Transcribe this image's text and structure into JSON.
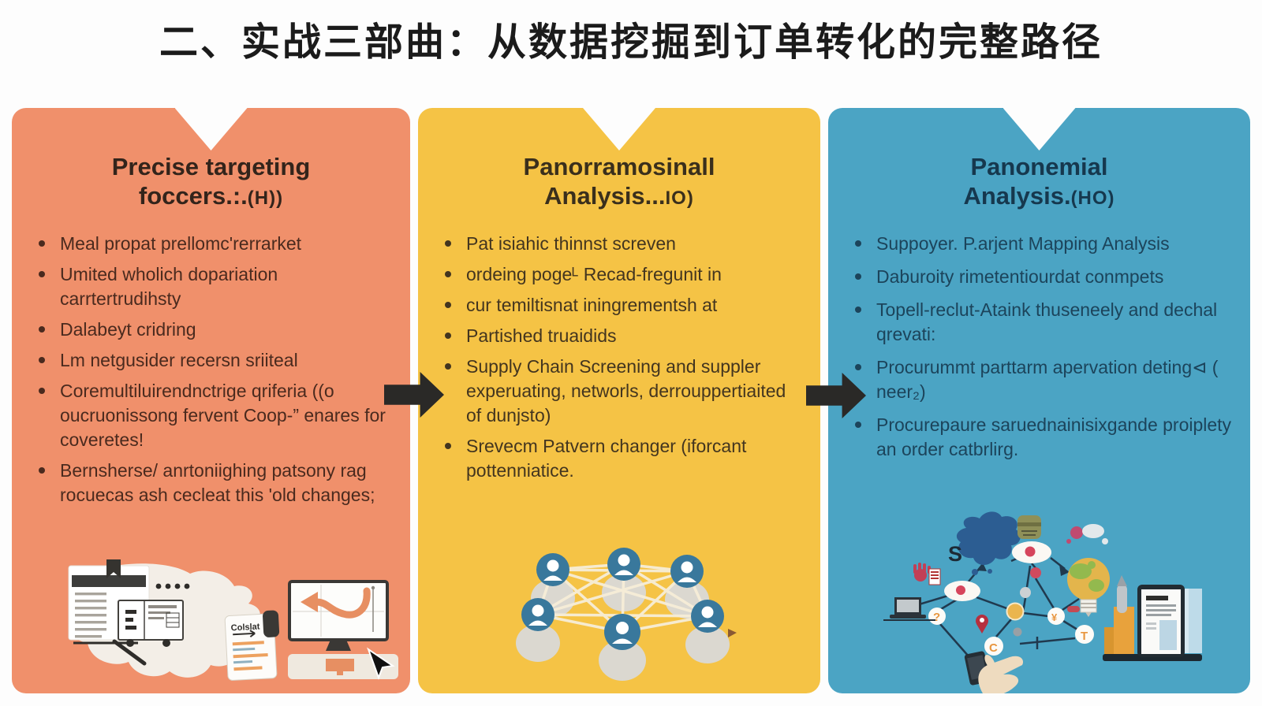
{
  "title": "二、实战三部曲：从数据挖掘到订单转化的完整路径",
  "colors": {
    "background": "#FDFDFD",
    "title_text": "#1B1B1B",
    "panel1_bg": "#F0906B",
    "panel2_bg": "#F5C345",
    "panel3_bg": "#4BA4C4",
    "panel1_text": "#4A2A1E",
    "panel2_text": "#43351F",
    "panel3_text": "#1C445B",
    "flow_arrow": "#2A2927",
    "avatar_blue": "#39789C",
    "network_line": "#F7EED8"
  },
  "panels": [
    {
      "name": "step-1",
      "heading_line1": "Precise targeting",
      "heading_line2": "foccers.:.",
      "heading_suffix": "(H))",
      "bullets": [
        "Meal propat prellomc'rerrarket",
        "Umited wholich dopariation carrtertrudihsty",
        "Dalabeyt cridring",
        "Lm netgusider recersn sriiteal",
        "Coremultiluirendnctrige qriferia ((o oucruonissong fervent Coop-” enares for coveretes!",
        "Bernsherse/ anrtoniighing patsony rag rocuecas ash cecleat this 'old changes;"
      ]
    },
    {
      "name": "step-2",
      "heading_line1": "Panorramosinall",
      "heading_line2": "Analysis...",
      "heading_suffix": "IO)",
      "bullets": [
        "Pat isiahic thinnst screven",
        "ordeing pogeᴸ Recad-fregunit in",
        "cur temiltisnat iningrementsh at",
        "Partished truaidids",
        "Supply Chain Screening and suppler experuating, networls, derrouppertiaited of dunjsto)",
        "Srevecm Patvern changer (iforcant pottenniatice."
      ]
    },
    {
      "name": "step-3",
      "heading_line1": "Panonemial",
      "heading_line2": "Analysis.",
      "heading_suffix": "(HO)",
      "bullets": [
        "Suppoyer. P.arjent Mapping Analysis",
        "Daburoity rimetentiourdat conmpets",
        "Topell-reclut-Ataink thuseneely and dechal qrevati:",
        "Procurummt parttarm apervation deting⊲ ( neer₂)",
        "Procurepaure saruednainisixgande proiplety an order catbrlirg."
      ]
    }
  ],
  "illustrations": {
    "panel1": {
      "clipboard_label": "Colslat"
    },
    "panel3": {
      "map_letter": "S",
      "question_glyph": "?",
      "c_glyph": "C",
      "t_glyph": "T",
      "yen_glyph": "¥"
    }
  }
}
